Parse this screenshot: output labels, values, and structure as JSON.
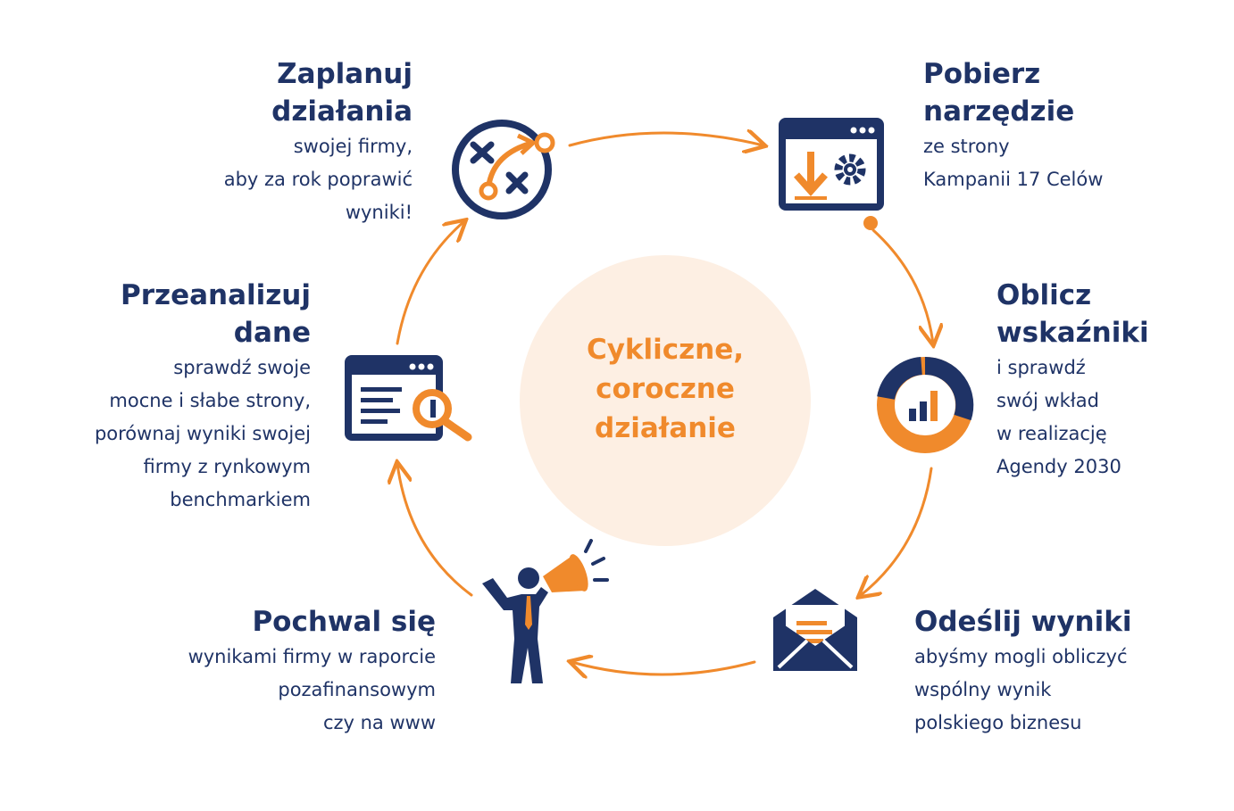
{
  "center": {
    "lines": [
      "Cykliczne,",
      "coroczne",
      "działanie"
    ]
  },
  "steps": [
    {
      "title": [
        "Zaplanuj",
        "działania"
      ],
      "desc": [
        "swojej firmy,",
        "aby za rok poprawić",
        "wyniki!"
      ],
      "icon": "strategy-icon"
    },
    {
      "title": [
        "Pobierz",
        "narzędzie"
      ],
      "desc": [
        "ze strony",
        "Kampanii 17 Celów"
      ],
      "icon": "download-tool-icon"
    },
    {
      "title": [
        "Oblicz",
        "wskaźniki"
      ],
      "desc": [
        "i sprawdź",
        "swój wkład",
        "w realizację",
        "Agendy 2030"
      ],
      "icon": "donut-chart-icon"
    },
    {
      "title": [
        "Odeślij wyniki"
      ],
      "desc": [
        "abyśmy mogli obliczyć",
        "wspólny wynik",
        "polskiego biznesu"
      ],
      "icon": "envelope-icon"
    },
    {
      "title": [
        "Pochwal się"
      ],
      "desc": [
        "wynikami firmy w raporcie",
        "pozafinansowym",
        "czy na www"
      ],
      "icon": "megaphone-person-icon"
    },
    {
      "title": [
        "Przeanalizuj",
        "dane"
      ],
      "desc": [
        "sprawdź swoje",
        "mocne i słabe strony,",
        "porównaj wyniki swojej",
        "firmy z rynkowym",
        "benchmarkiem"
      ],
      "icon": "analyze-data-icon"
    }
  ],
  "colors": {
    "navy": "#1f3366",
    "orange": "#f08a2c",
    "center_fill": "#fdefe3"
  }
}
